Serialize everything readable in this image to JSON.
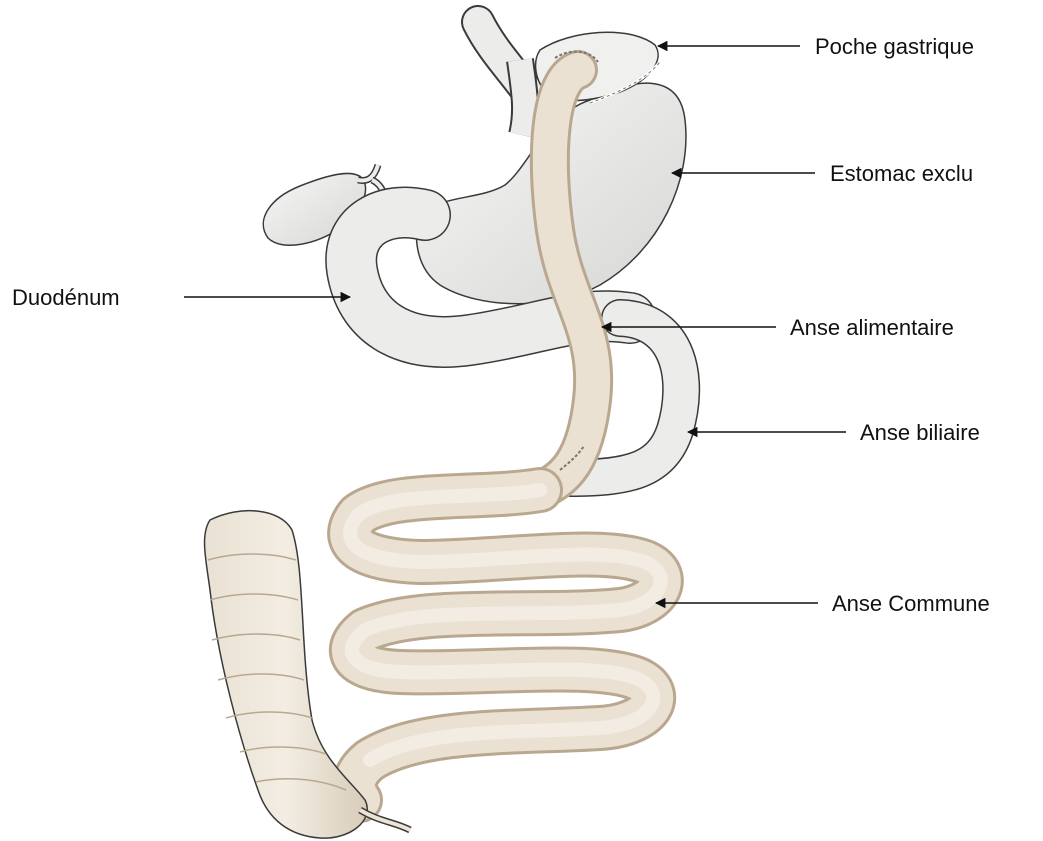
{
  "labels": {
    "poche_gastrique": "Poche gastrique",
    "estomac_exclu": "Estomac exclu",
    "duodenum": "Duodénum",
    "anse_alimentaire": "Anse alimentaire",
    "anse_biliaire": "Anse biliaire",
    "anse_commune": "Anse Commune"
  },
  "colors": {
    "organ_fill": "#e9e9e7",
    "organ_stroke": "#3a3a3a",
    "intestine_fill": "#e8ddcd",
    "intestine_shade": "#cbbba4",
    "arrow": "#111111"
  }
}
